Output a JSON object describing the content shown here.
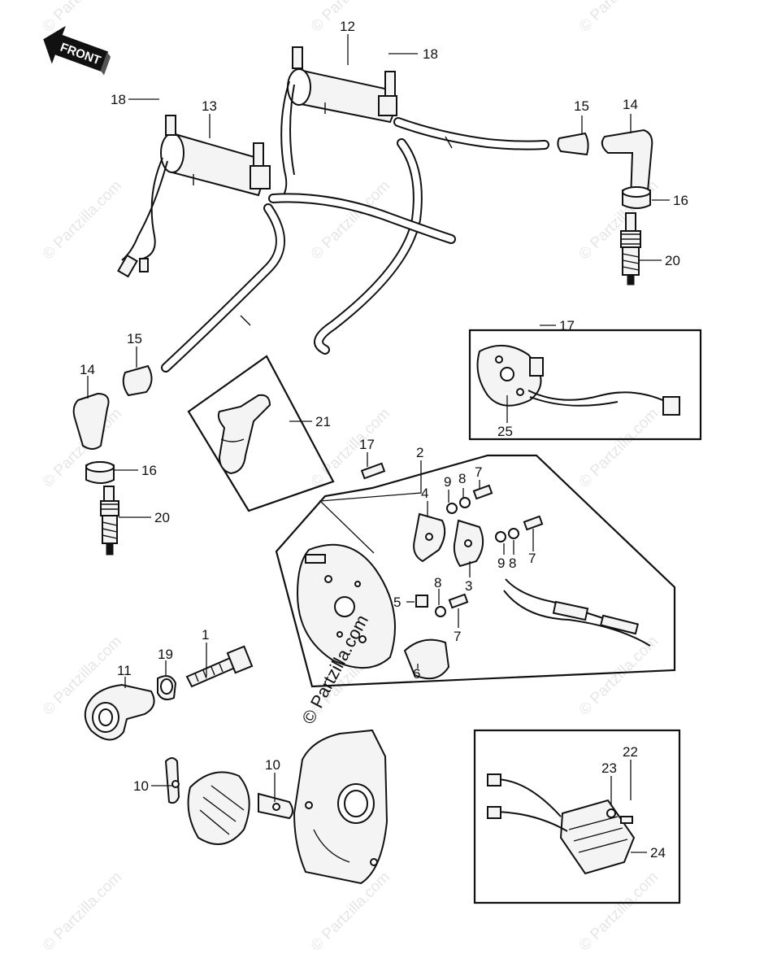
{
  "front_label": "FRONT",
  "watermark_main": "© Partzilla.com",
  "watermark_tile": "© Partzilla.com",
  "callouts": {
    "c12": "12",
    "c18a": "18",
    "c18b": "18",
    "c13": "13",
    "c15a": "15",
    "c14a": "14",
    "c16a": "16",
    "c20a": "20",
    "c17a": "17",
    "c25": "25",
    "c15b": "15",
    "c14b": "14",
    "c21": "21",
    "c16b": "16",
    "c20b": "20",
    "c17b": "17",
    "c2": "2",
    "c9a": "9",
    "c8a": "8",
    "c7a": "7",
    "c4": "4",
    "c9b": "9",
    "c8b": "8",
    "c7b": "7",
    "c3": "3",
    "c5": "5",
    "c8c": "8",
    "c7c": "7",
    "c6": "6",
    "c1": "1",
    "c19": "19",
    "c11": "11",
    "c10a": "10",
    "c10b": "10",
    "c22": "22",
    "c23": "23",
    "c24": "24"
  },
  "colors": {
    "ink": "#111111",
    "paper": "#ffffff"
  }
}
